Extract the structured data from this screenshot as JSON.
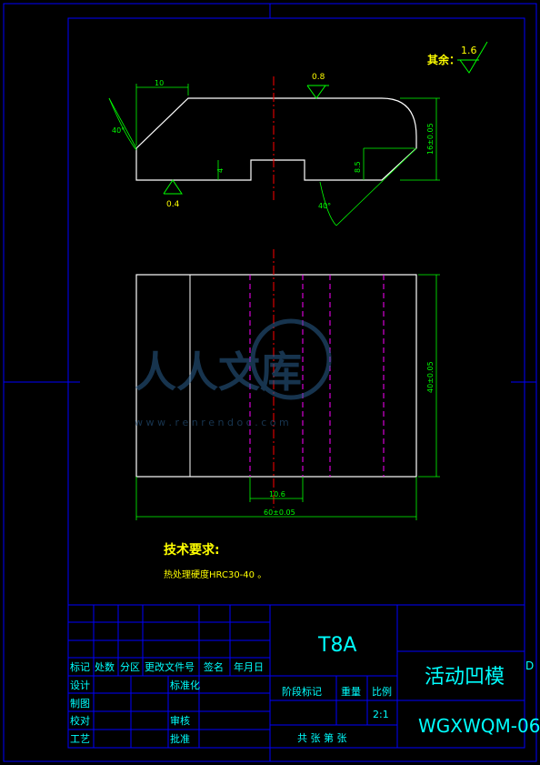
{
  "dimensions": {
    "top_width": "10",
    "angle_left": "40°",
    "angle_right": "40°",
    "step_depth": "4",
    "notch_depth": "8.5",
    "height": "16±0.05",
    "front_inner_width": "10.6",
    "front_overall_width": "60±0.05",
    "front_height": "40±0.05"
  },
  "surface_finish": {
    "rest_label": "其余：",
    "rest_value": "1.6",
    "top": "0.8",
    "bottom": "0.4"
  },
  "technical_requirements": {
    "heading": "技术要求:",
    "line1": "热处理硬度HRC30-40 。"
  },
  "watermark": {
    "logo_text": "人人文库",
    "url": "w w w . r e n r e n d o c . c o m"
  },
  "title_block": {
    "material": "T8A",
    "part_name": "活动凹模",
    "drawing_number": "WGXWQM-06",
    "headers": [
      "标记",
      "处数",
      "分区",
      "更改文件号",
      "签名",
      "年月日"
    ],
    "roles": [
      "设计",
      "制图",
      "校对",
      "工艺"
    ],
    "roles2": [
      "标准化",
      "审核",
      "批准"
    ],
    "stage_label": "阶段标记",
    "weight_label": "重量",
    "scale_label": "比例",
    "scale_value": "2:1",
    "sheet_text": "共  张  第  张"
  },
  "zone_letter": "D",
  "colors": {
    "background": "#000000",
    "outline": "#ffffff",
    "frame": "#0000ff",
    "dimension": "#00ff00",
    "centerline": "#ff0000",
    "hidden": "#ff00ff",
    "title_text": "#00ffff",
    "note_text": "#ffff00"
  }
}
